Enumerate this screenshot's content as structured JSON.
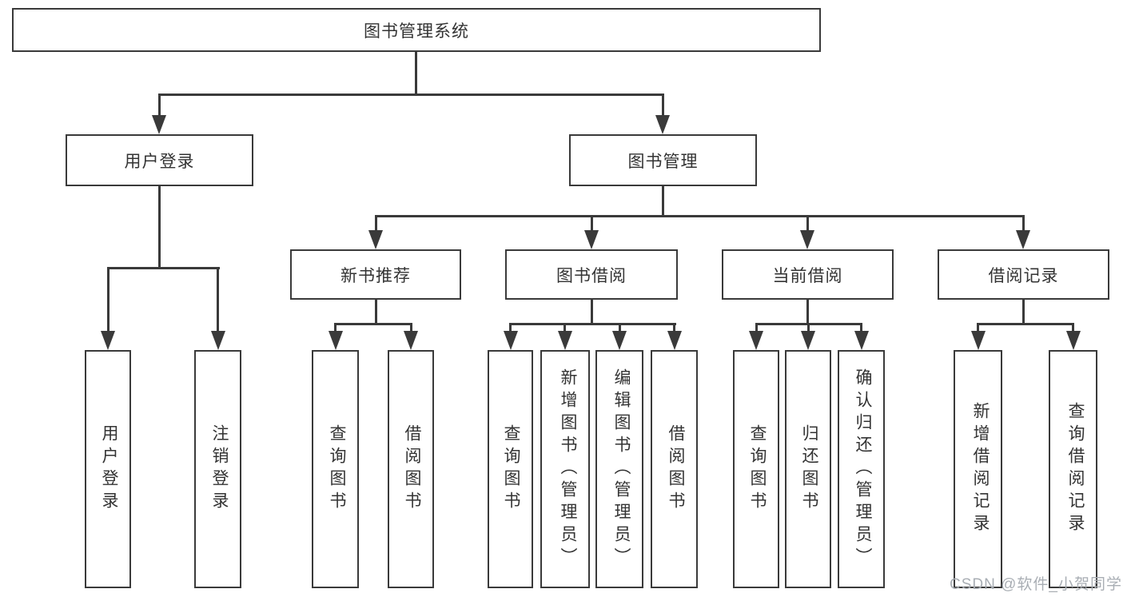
{
  "tree": {
    "root": {
      "label": "图书管理系统",
      "children": [
        {
          "label": "用户登录",
          "children": [
            {
              "label": "用户登录"
            },
            {
              "label": "注销登录"
            }
          ]
        },
        {
          "label": "图书管理",
          "children": [
            {
              "label": "新书推荐",
              "children": [
                {
                  "label": "查询图书"
                },
                {
                  "label": "借阅图书"
                }
              ]
            },
            {
              "label": "图书借阅",
              "children": [
                {
                  "label": "查询图书"
                },
                {
                  "label": "新增图书（管理员）"
                },
                {
                  "label": "编辑图书（管理员）"
                },
                {
                  "label": "借阅图书"
                }
              ]
            },
            {
              "label": "当前借阅",
              "children": [
                {
                  "label": "查询图书"
                },
                {
                  "label": "归还图书"
                },
                {
                  "label": "确认归还（管理员）"
                }
              ]
            },
            {
              "label": "借阅记录",
              "children": [
                {
                  "label": "新增借阅记录"
                },
                {
                  "label": "查询借阅记录"
                }
              ]
            }
          ]
        }
      ]
    }
  },
  "watermark": {
    "text": "CSDN @软件_小贺同学"
  },
  "colors": {
    "line": "#3a3a3a",
    "text": "#333333",
    "box_background": "#ffffff",
    "page_background": "#ffffff",
    "watermark": "#a9aeb4"
  }
}
